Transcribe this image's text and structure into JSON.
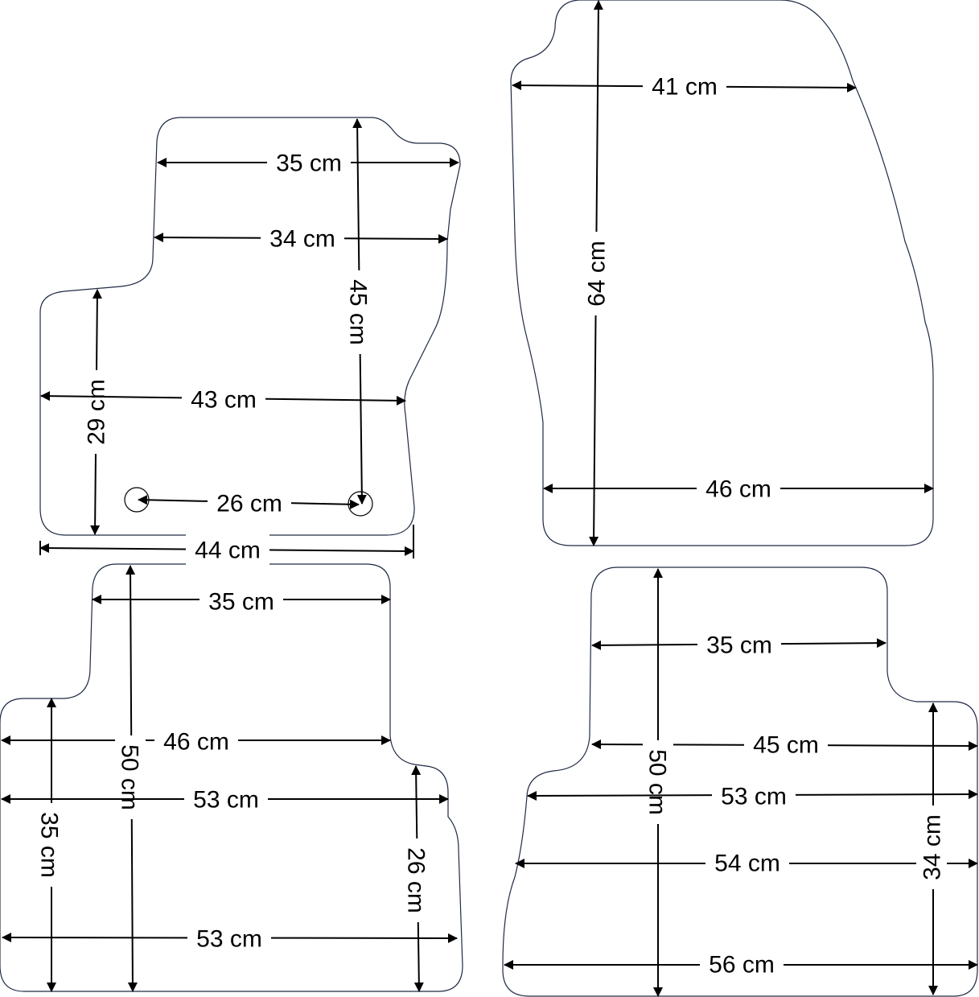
{
  "mats": {
    "front_left": {
      "w_top": "35 cm",
      "w_upper": "34 cm",
      "h_main": "45 cm",
      "h_left": "29 cm",
      "w_mid": "43 cm",
      "hole_spacing": "26 cm",
      "w_bottom": "44 cm"
    },
    "front_right": {
      "w_top": "41 cm",
      "h_main": "64 cm",
      "w_bottom": "46 cm"
    },
    "rear_left": {
      "w_top": "35 cm",
      "w_mid": "46 cm",
      "h_main": "50 cm",
      "w_lower": "53 cm",
      "h_left": "35 cm",
      "h_right": "26 cm",
      "w_bottom": "53 cm"
    },
    "rear_right": {
      "w_top": "35 cm",
      "w_mid": "45 cm",
      "h_main": "50 cm",
      "w_lower": "53 cm",
      "w_lower2": "54 cm",
      "h_right": "34 cm",
      "w_bottom": "56 cm"
    }
  }
}
